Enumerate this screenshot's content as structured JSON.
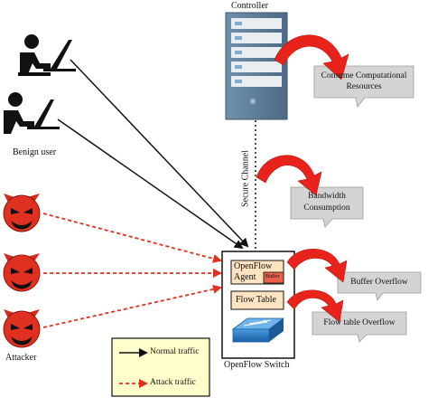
{
  "labels": {
    "controller": "Controller",
    "benign_user": "Benign user",
    "attacker": "Attacker",
    "secure_channel": "Secure Channel",
    "switch": "OpenFlow Switch"
  },
  "switch_box": {
    "agent_line1": "OpenFlow",
    "agent_line2": "Agent",
    "buffer": "Buffer",
    "flow_table": "Flow Table"
  },
  "impacts": [
    {
      "line1": "Consume Computational",
      "line2": "Resources"
    },
    {
      "line1": "Bandwidth",
      "line2": "Consumption"
    },
    {
      "line1": "Buffer Overflow",
      "line2": ""
    },
    {
      "line1": "Flow table Overflow",
      "line2": ""
    }
  ],
  "legend": {
    "normal": "Normal traffic",
    "attack": "Attack traffic"
  },
  "colors": {
    "attack_red": "#e03020",
    "arrow_red": "#e8231b",
    "server_blue": "#5d7f9a",
    "bubble_grey": "#d4d4d4",
    "legend_bg": "#ffffcc",
    "buffer_red": "#e8614a",
    "switch_blue": "#2a76b8"
  }
}
